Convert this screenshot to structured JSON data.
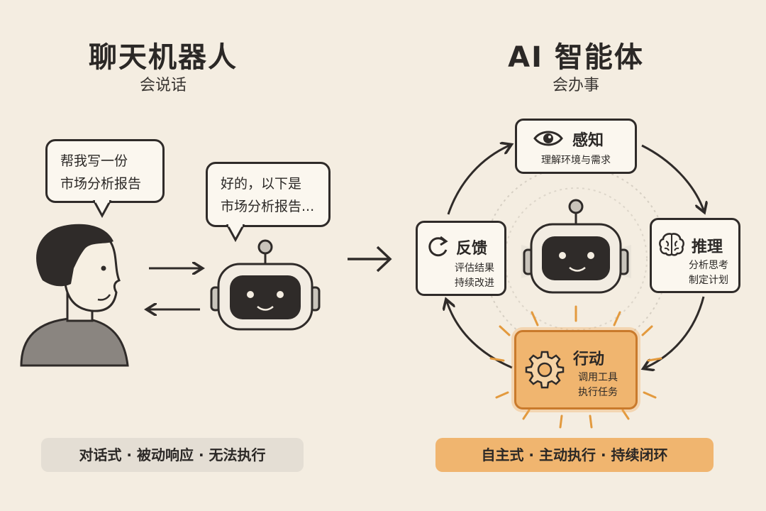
{
  "left": {
    "title": "聊天机器人",
    "subtitle": "会说话",
    "bubble_user": [
      "帮我写一份",
      "市场分析报告"
    ],
    "bubble_bot": [
      "好的，以下是",
      "市场分析报告..."
    ],
    "footer": "对话式 · 被动响应 · 无法执行"
  },
  "right": {
    "title": "AI 智能体",
    "subtitle": "会办事",
    "perceive": {
      "title": "感知",
      "desc": "理解环境与需求",
      "icon": "eye-icon"
    },
    "reason": {
      "title": "推理",
      "desc": [
        "分析思考",
        "制定计划"
      ],
      "icon": "brain-icon"
    },
    "act": {
      "title": "行动",
      "desc": [
        "调用工具",
        "执行任务"
      ],
      "icon": "gear-icon"
    },
    "feedback": {
      "title": "反馈",
      "desc": [
        "评估结果",
        "持续改进"
      ],
      "icon": "refresh-icon"
    },
    "footer": "自主式 · 主动执行 · 持续闭环"
  },
  "colors": {
    "background": "#f4ede1",
    "ink": "#2f2b29",
    "highlight": "#f0b56f",
    "highlight_border": "#c97a2c",
    "left_pill": "#e4ded4",
    "right_pill": "#f0b56f"
  }
}
